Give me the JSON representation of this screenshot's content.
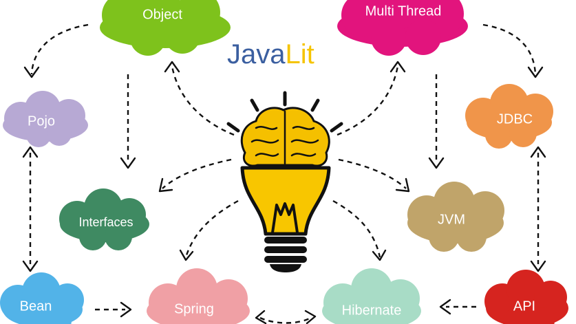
{
  "title": {
    "part1": "Java",
    "part2": "Lit",
    "color1": "#3b5fa0",
    "color2": "#f5c400"
  },
  "nodes": {
    "object": {
      "label": "Object",
      "color": "#7ec21c",
      "text_color": "#ffffff"
    },
    "multithread": {
      "label": "Multi Thread",
      "color": "#e2147d",
      "text_color": "#ffffff"
    },
    "pojo": {
      "label": "Pojo",
      "color": "#b7a9d4",
      "text_color": "#ffffff"
    },
    "jdbc": {
      "label": "JDBC",
      "color": "#f0954a",
      "text_color": "#ffffff"
    },
    "interfaces": {
      "label": "Interfaces",
      "color": "#3f8a62",
      "text_color": "#ffffff"
    },
    "jvm": {
      "label": "JVM",
      "color": "#c0a46a",
      "text_color": "#ffffff"
    },
    "bean": {
      "label": "Bean",
      "color": "#52b3e8",
      "text_color": "#ffffff"
    },
    "spring": {
      "label": "Spring",
      "color": "#f0a0a5",
      "text_color": "#ffffff"
    },
    "hibernate": {
      "label": "Hibernate",
      "color": "#a8dcc6",
      "text_color": "#ffffff"
    },
    "api": {
      "label": "API",
      "color": "#d6241f",
      "text_color": "#ffffff"
    }
  },
  "bulb": {
    "brain_color": "#f5c000",
    "bulb_color": "#f8c600",
    "outline_color": "#111111"
  }
}
